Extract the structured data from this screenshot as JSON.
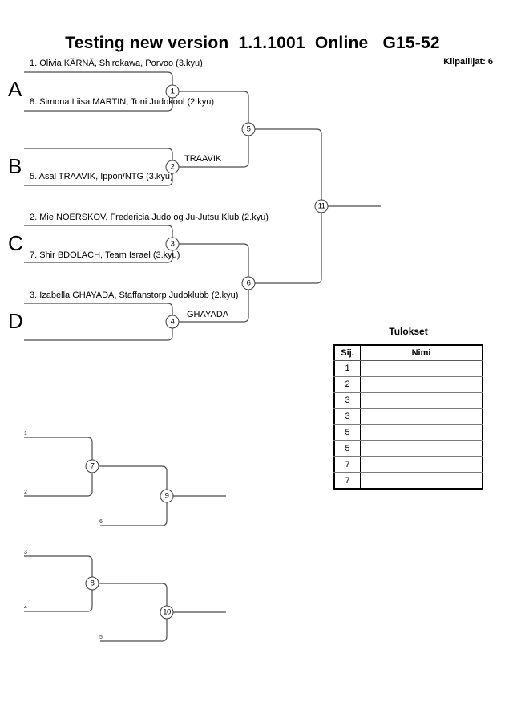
{
  "header": {
    "title": "Testing new version  1.1.1001  Online   G15-52",
    "competitors": "Kilpailijat: 6"
  },
  "bracket": {
    "groups": [
      {
        "letter": "A",
        "top_entry": "1. Olivia KÄRNÄ, Shirokawa, Porvoo (3.kyu)",
        "bottom_entry": "8. Simona Liisa MARTIN, Toni Judokool (2.kyu)",
        "match_no": "1",
        "winner": ""
      },
      {
        "letter": "B",
        "top_entry": "",
        "bottom_entry": "5. Asal TRAAVIK, Ippon/NTG (3.kyu)",
        "match_no": "2",
        "winner": "TRAAVIK"
      },
      {
        "letter": "C",
        "top_entry": "2. Mie NOERSKOV, Fredericia Judo og Ju-Jutsu Klub (2.kyu)",
        "bottom_entry": "7. Shir BDOLACH, Team Israel (3.kyu)",
        "match_no": "3",
        "winner": ""
      },
      {
        "letter": "D",
        "top_entry": "3. Izabella GHAYADA, Staffanstorp Judoklubb (2.kyu)",
        "bottom_entry": "",
        "match_no": "4",
        "winner": "GHAYADA"
      }
    ],
    "semifinal_matches": [
      "5",
      "6"
    ],
    "final_match": "11"
  },
  "repechage": {
    "bracket1": {
      "feed_top": "1",
      "feed_bottom": "2",
      "feed_third": "6",
      "first_match": "7",
      "final_match": "9"
    },
    "bracket2": {
      "feed_top": "3",
      "feed_bottom": "4",
      "feed_third": "5",
      "first_match": "8",
      "final_match": "10"
    }
  },
  "results_table": {
    "title": "Tulokset",
    "rank_header": "Sij.",
    "name_header": "Nimi",
    "rows": [
      {
        "rank": "1",
        "name": ""
      },
      {
        "rank": "2",
        "name": ""
      },
      {
        "rank": "3",
        "name": ""
      },
      {
        "rank": "3",
        "name": ""
      },
      {
        "rank": "5",
        "name": ""
      },
      {
        "rank": "5",
        "name": ""
      },
      {
        "rank": "7",
        "name": ""
      },
      {
        "rank": "7",
        "name": ""
      }
    ]
  },
  "colors": {
    "line": "#4a4a4a",
    "text": "#000000",
    "table_outer_border": "#000000",
    "table_row_divider": "#7a7a7a"
  }
}
